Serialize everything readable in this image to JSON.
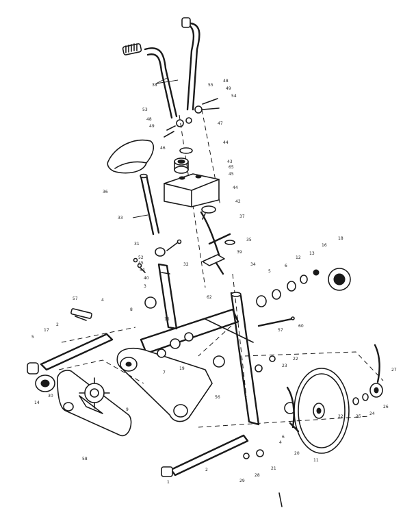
{
  "figure": {
    "background": "#ffffff",
    "ink": "#1a1a1a",
    "callouts": [
      {
        "id": "c-38",
        "text": "38"
      },
      {
        "id": "c-48a",
        "text": "48"
      },
      {
        "id": "c-49a",
        "text": "49"
      },
      {
        "id": "c-54a",
        "text": "54"
      },
      {
        "id": "c-55",
        "text": "55"
      },
      {
        "id": "c-53",
        "text": "53"
      },
      {
        "id": "c-48b",
        "text": "48"
      },
      {
        "id": "c-49b",
        "text": "49"
      },
      {
        "id": "c-47",
        "text": "47"
      },
      {
        "id": "c-46",
        "text": "46"
      },
      {
        "id": "c-44a",
        "text": "44"
      },
      {
        "id": "c-43",
        "text": "43"
      },
      {
        "id": "c-65",
        "text": "65"
      },
      {
        "id": "c-45",
        "text": "45"
      },
      {
        "id": "c-44b",
        "text": "44"
      },
      {
        "id": "c-36",
        "text": "36"
      },
      {
        "id": "c-42",
        "text": "42"
      },
      {
        "id": "c-37a",
        "text": "37"
      },
      {
        "id": "c-35",
        "text": "35"
      },
      {
        "id": "c-39",
        "text": "39"
      },
      {
        "id": "c-34",
        "text": "34"
      },
      {
        "id": "c-33",
        "text": "33"
      },
      {
        "id": "c-31",
        "text": "31"
      },
      {
        "id": "c-32",
        "text": "32"
      },
      {
        "id": "c-52",
        "text": "52"
      },
      {
        "id": "c-45b",
        "text": "45"
      },
      {
        "id": "c-54b",
        "text": "54"
      },
      {
        "id": "c-40",
        "text": "40"
      },
      {
        "id": "c-3",
        "text": "3"
      },
      {
        "id": "c-5a",
        "text": "5"
      },
      {
        "id": "c-6a",
        "text": "6"
      },
      {
        "id": "c-12",
        "text": "12"
      },
      {
        "id": "c-13",
        "text": "13"
      },
      {
        "id": "c-16",
        "text": "16"
      },
      {
        "id": "c-18",
        "text": "18"
      },
      {
        "id": "c-57a",
        "text": "57"
      },
      {
        "id": "c-4",
        "text": "4"
      },
      {
        "id": "c-8",
        "text": "8"
      },
      {
        "id": "c-15",
        "text": "15"
      },
      {
        "id": "c-2a",
        "text": "2"
      },
      {
        "id": "c-17",
        "text": "17"
      },
      {
        "id": "c-5b",
        "text": "5"
      },
      {
        "id": "c-30",
        "text": "30"
      },
      {
        "id": "c-14",
        "text": "14"
      },
      {
        "id": "c-9",
        "text": "9"
      },
      {
        "id": "c-58",
        "text": "58"
      },
      {
        "id": "c-19",
        "text": "19"
      },
      {
        "id": "c-7",
        "text": "7"
      },
      {
        "id": "c-62",
        "text": "62"
      },
      {
        "id": "c-57b",
        "text": "57"
      },
      {
        "id": "c-60",
        "text": "60"
      },
      {
        "id": "c-23",
        "text": "23"
      },
      {
        "id": "c-22a",
        "text": "22"
      },
      {
        "id": "c-25",
        "text": "25"
      },
      {
        "id": "c-24",
        "text": "24"
      },
      {
        "id": "c-26",
        "text": "26"
      },
      {
        "id": "c-27",
        "text": "27"
      },
      {
        "id": "c-22b",
        "text": "22"
      },
      {
        "id": "c-11",
        "text": "11"
      },
      {
        "id": "c-20",
        "text": "20"
      },
      {
        "id": "c-21",
        "text": "21"
      },
      {
        "id": "c-2b",
        "text": "2"
      },
      {
        "id": "c-1",
        "text": "1"
      },
      {
        "id": "c-28",
        "text": "28"
      },
      {
        "id": "c-29",
        "text": "29"
      },
      {
        "id": "c-6b",
        "text": "6"
      },
      {
        "id": "c-4b",
        "text": "4"
      },
      {
        "id": "c-56",
        "text": "56"
      }
    ]
  }
}
